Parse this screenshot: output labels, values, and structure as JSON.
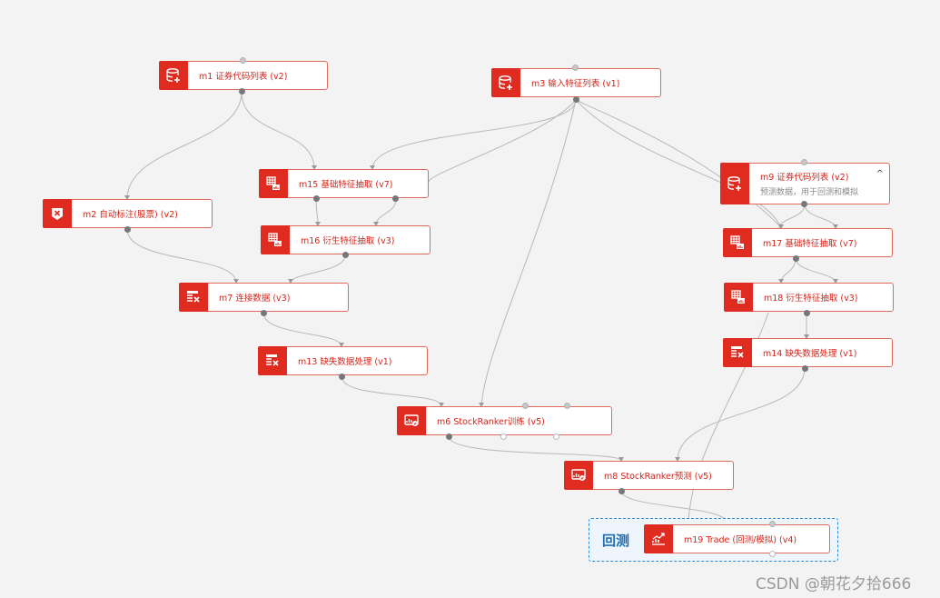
{
  "nodes": {
    "m1": {
      "label": "m1 证券代码列表 (v2)",
      "icon": "database-import-icon"
    },
    "m3": {
      "label": "m3 输入特征列表 (v1)",
      "icon": "database-import-icon"
    },
    "m2": {
      "label": "m2 自动标注(股票)",
      "version": "(v2)",
      "icon": "auto-label-icon"
    },
    "m15": {
      "label": "m15 基础特征抽取 (v7)",
      "icon": "table-chart-icon"
    },
    "m16": {
      "label": "m16 衍生特征抽取 (v3)",
      "icon": "table-chart-icon"
    },
    "m7": {
      "label": "m7 连接数据 (v3)",
      "icon": "table-join-icon"
    },
    "m13": {
      "label": "m13 缺失数据处理 (v1)",
      "icon": "table-fix-icon"
    },
    "m6": {
      "label": "m6 StockRanker训练 (v5)",
      "icon": "model-train-icon"
    },
    "m8": {
      "label": "m8 StockRanker预测 (v5)",
      "icon": "model-predict-icon"
    },
    "m9": {
      "label": "m9 证券代码列表 (v2)",
      "sublabel": "预测数据，用于回测和模拟",
      "icon": "database-import-icon"
    },
    "m17": {
      "label": "m17 基础特征抽取 (v7)",
      "icon": "table-chart-icon"
    },
    "m18": {
      "label": "m18 衍生特征抽取 (v3)",
      "icon": "table-chart-icon"
    },
    "m14": {
      "label": "m14 缺失数据处理 (v1)",
      "icon": "table-fix-icon"
    },
    "m19": {
      "label": "m19 Trade (回测/模拟) (v4)",
      "icon": "trend-chart-icon"
    }
  },
  "group": {
    "label": "回测"
  },
  "watermark": "CSDN @朝花夕拾666",
  "colors": {
    "accent": "#e02b20",
    "group_border": "#2d8ad6",
    "edge": "#b5b5b5"
  }
}
